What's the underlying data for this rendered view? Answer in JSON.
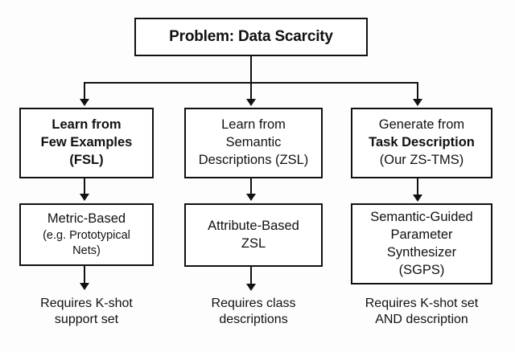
{
  "diagram": {
    "title_box": {
      "text": "Problem: Data Scarcity"
    },
    "branches": [
      {
        "id": "fsl",
        "lines": [
          "Learn from",
          "Few Examples",
          "(FSL)"
        ],
        "method_lines": [
          "Metric-Based",
          "(e.g. Prototypical",
          "Nets)"
        ],
        "caption_lines": [
          "Requires K-shot",
          "support set"
        ]
      },
      {
        "id": "zsl",
        "lines": [
          "Learn from",
          "Semantic",
          "Descriptions (ZSL)"
        ],
        "method_lines": [
          "Attribute-Based",
          "ZSL"
        ],
        "caption_lines": [
          "Requires class",
          "descriptions"
        ]
      },
      {
        "id": "ztms",
        "lines": [
          "Generate from",
          "Task Description",
          "(Our ZS-TMS)"
        ],
        "method_lines": [
          "Semantic-Guided",
          "Parameter",
          "Synthesizer",
          "(SGPS)"
        ],
        "caption_lines": [
          "Requires K-shot set",
          "AND description"
        ]
      }
    ],
    "colors": {
      "stroke": "#111111",
      "box_fill": "#ffffff",
      "background": "#fdfdfd"
    }
  }
}
